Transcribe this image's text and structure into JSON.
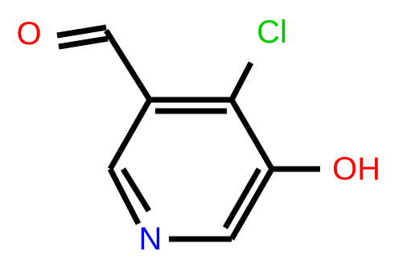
{
  "molecule": {
    "atoms": {
      "oxygen_carbonyl": "O",
      "chlorine": "Cl",
      "hydroxyl": "OH",
      "nitrogen": "N"
    },
    "colors": {
      "oxygen": "#ff0000",
      "chlorine": "#00cc00",
      "nitrogen": "#0000ff",
      "bond": "#000000"
    }
  }
}
